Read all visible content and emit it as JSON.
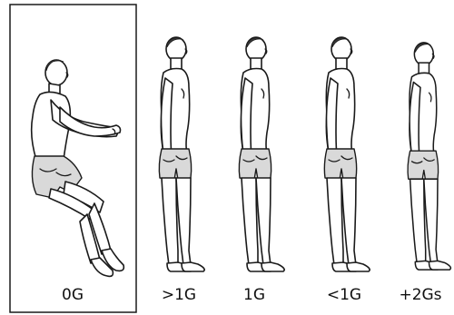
{
  "panels": [
    {
      "label": "0G",
      "posture": "neutral-body-posture",
      "boxed": true
    },
    {
      "label": ">1G",
      "posture": "standing-upright"
    },
    {
      "label": "1G",
      "posture": "standing-upright"
    },
    {
      "label": "<1G",
      "posture": "standing-upright"
    },
    {
      "label": "+2Gs",
      "posture": "standing-compressed"
    }
  ],
  "colors": {
    "ink": "#1a1a1a",
    "background": "#ffffff",
    "shorts": "#d9d9d9"
  }
}
